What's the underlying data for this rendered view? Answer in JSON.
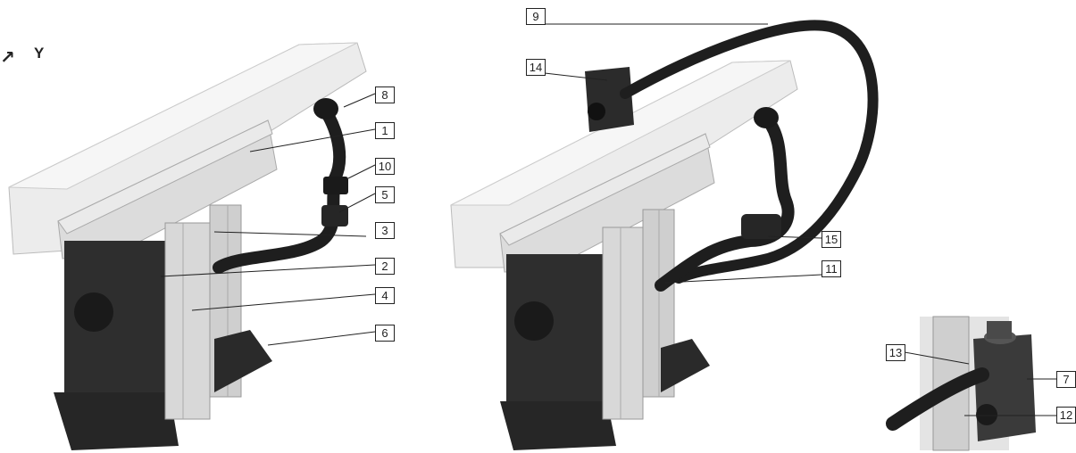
{
  "axis": {
    "arrow_glyph": "↗",
    "label": "Y"
  },
  "callouts": {
    "c1": "1",
    "c2": "2",
    "c3": "3",
    "c4": "4",
    "c5": "5",
    "c6": "6",
    "c7": "7",
    "c8": "8",
    "c9": "9",
    "c10": "10",
    "c11": "11",
    "c12": "12",
    "c13": "13",
    "c14": "14",
    "c15": "15"
  },
  "colors": {
    "aluminium": "#e6e6e6",
    "dark": "#2a2a2a",
    "cable": "#1e1e1e",
    "line": "#222222"
  }
}
